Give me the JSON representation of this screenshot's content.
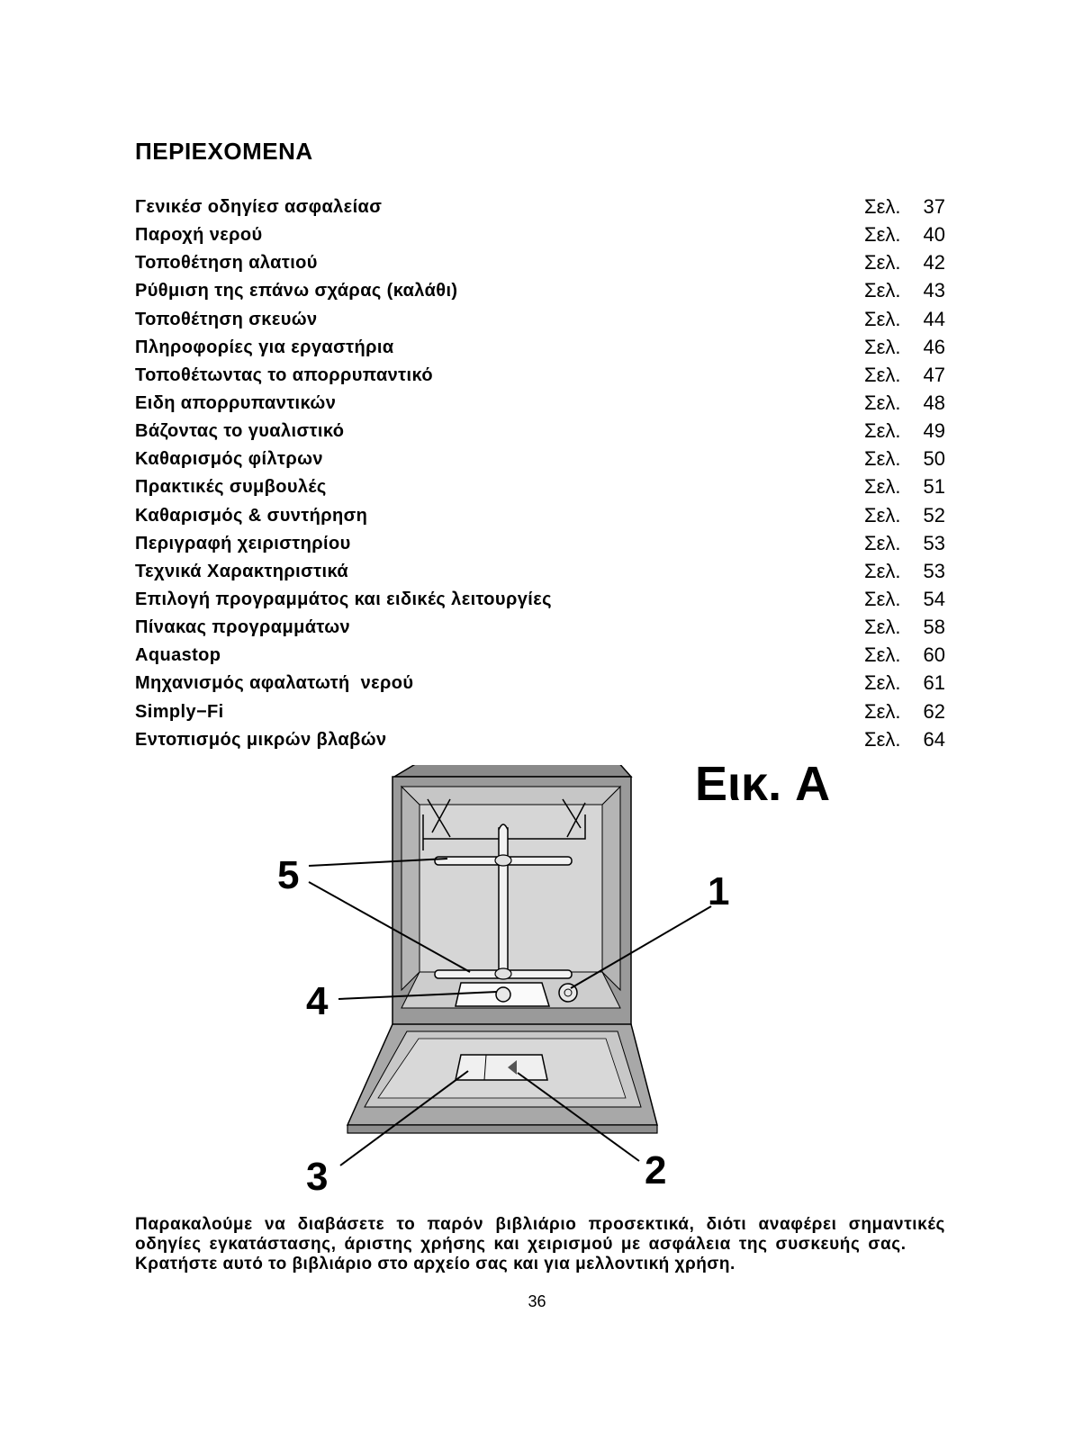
{
  "title": "ΠΕΡΙΕΧΟΜΕΝΑ",
  "toc": [
    {
      "label": "Γενικέσ οδηγίεσ ασφαλείασ",
      "sel": "Σελ.",
      "page": "37"
    },
    {
      "label": "Παροχή νερού",
      "sel": "Σελ.",
      "page": "40"
    },
    {
      "label": "Τοποθέτηση αλατιού",
      "sel": "Σελ.",
      "page": "42"
    },
    {
      "label": "Ρύθμιση της επάνω σχάρας (καλάθι)",
      "sel": "Σελ.",
      "page": "43"
    },
    {
      "label": "Τοποθέτηση σκευών",
      "sel": "Σελ.",
      "page": "44"
    },
    {
      "label": "Πληροφορίες για εργαστήρια",
      "sel": "Σελ.",
      "page": "46"
    },
    {
      "label": "Τοποθέτωντας το απορρυπαντικό",
      "sel": "Σελ.",
      "page": "47"
    },
    {
      "label": "Ειδη απορρυπαντικών",
      "sel": "Σελ.",
      "page": "48"
    },
    {
      "label": "Βάζοντας το γυαλιστικό",
      "sel": "Σελ.",
      "page": "49"
    },
    {
      "label": "Καθαρισμός φίλτρων",
      "sel": "Σελ.",
      "page": "50"
    },
    {
      "label": "Πρακτικές συμβουλές",
      "sel": "Σελ.",
      "page": "51"
    },
    {
      "label": "Καθαρισμός & συντήρηση",
      "sel": "Σελ.",
      "page": "52"
    },
    {
      "label": "Περιγραφή χειριστηρίου",
      "sel": "Σελ.",
      "page": "53"
    },
    {
      "label": "Τεχνικά Χαρακτηριστικά",
      "sel": "Σελ.",
      "page": "53"
    },
    {
      "label": "Επιλογή προγραμμάτος και ειδικές λειτουργίες",
      "sel": "Σελ.",
      "page": "54"
    },
    {
      "label": "Πίνακας προγραμμάτων",
      "sel": "Σελ.",
      "page": "58"
    },
    {
      "label": "Aquastop",
      "sel": "Σελ.",
      "page": "60"
    },
    {
      "label": "Μηχανισμός αφαλατωτή  νερού",
      "sel": "Σελ.",
      "page": "61"
    },
    {
      "label": "Simply−Fi",
      "sel": "Σελ.",
      "page": "62"
    },
    {
      "label": "Εντοπισμός μικρών βλαβών",
      "sel": "Σελ.",
      "page": "64"
    }
  ],
  "figure": {
    "label": "Εικ. A",
    "callouts": [
      "5",
      "1",
      "4",
      "3",
      "2"
    ]
  },
  "notice": {
    "paragraph1": "Παρακαλούμε να διαβάσετε το παρόν βιβλιάριο προσεκτικά, διότι αναφέρει σημαντικές οδηγίες εγκατάστασης, άριστης χρήσης και χειρισμού με ασφάλεια της συσκευής σας.",
    "paragraph2": "Κρατήστε αυτό το βιβλιάριο στο αρχείο σας και για μελλοντική χρήση."
  },
  "page_number": "36"
}
